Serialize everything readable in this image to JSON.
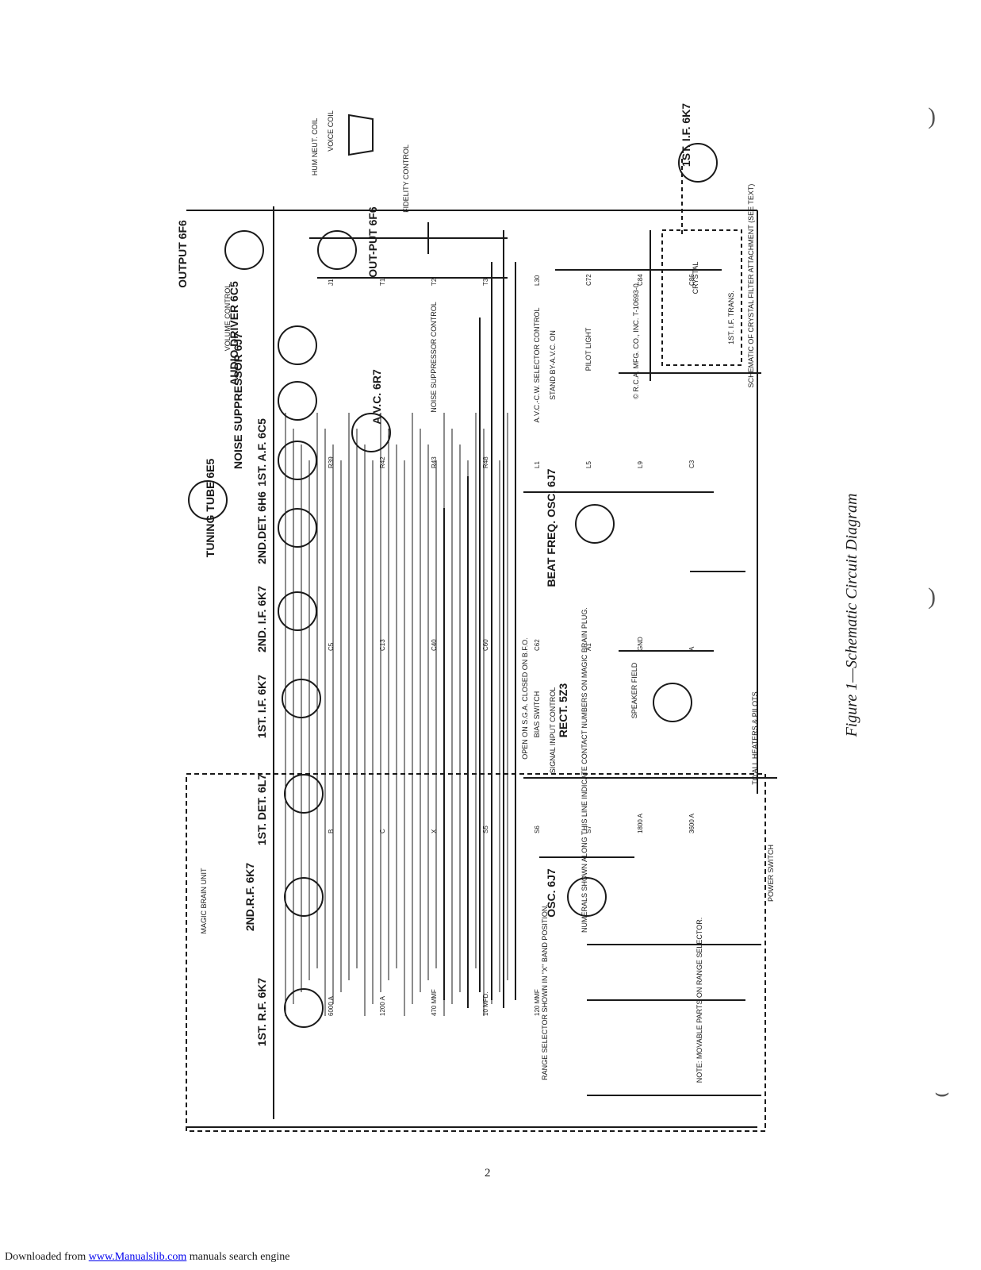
{
  "diagram": {
    "caption": "Figure 1—Schematic Circuit Diagram",
    "tube_labels": [
      "TUNING TUBE 6E5",
      "1ST. A.F. 6C5",
      "NOISE SUPPRESSOR 6J7",
      "AUDIO DRIVER 6C5",
      "OUTPUT 6F6",
      "OUT-PUT 6F6",
      "2ND.DET. 6H6",
      "A.V.C. 6R7",
      "2ND. I.F. 6K7",
      "1ST. I.F. 6K7",
      "1ST. DET. 6L7",
      "2ND.R.F. 6K7",
      "1ST. R.F. 6K7",
      "BEAT FREQ. OSC. 6J7",
      "RECT. 5Z3",
      "OSC. 6J7",
      "1ST. I.F. 6K7"
    ],
    "control_labels": [
      "VOICE COIL",
      "HUM NEUT. COIL",
      "FIDELITY CONTROL",
      "VOLUME CONTROL",
      "NOISE SUPPRESSOR CONTROL",
      "A.V.C.-C.W. SELECTOR CONTROL",
      "STAND BY-A.V.C. ON",
      "PILOT LIGHT",
      "SIGNAL INPUT CONTROL",
      "BIAS SWITCH",
      "OPEN ON S.G.A. CLOSED ON B.F.O.",
      "SPEAKER FIELD",
      "TO ALL HEATERS & PILOTS",
      "POWER SWITCH",
      "MAGIC BRAIN UNIT",
      "RANGE SELECTOR SHOWN IN \"X\" BAND POSITION.",
      "NOTE: MOVABLE PARTS ON RANGE SELECTOR.",
      "NUMERALS SHOWN ALONG THIS LINE INDICATE CONTACT NUMBERS ON MAGIC BRAIN PLUG.",
      "SCHEMATIC OF CRYSTAL FILTER ATTACHMENT (SEE TEXT)",
      "1ST. I.F. TRANS.",
      "CRYSTAL",
      "© R.C.A. MFG. CO., INC. T-10693-0"
    ],
    "part_labels": [
      "J1",
      "T1",
      "T2",
      "T3",
      "L30",
      "C72",
      "C84",
      "C86",
      "R39",
      "R42",
      "R43",
      "R48",
      "L1",
      "L5",
      "L9",
      "C3",
      "C5",
      "C13",
      "C40",
      "C60",
      "C62",
      "A1",
      "GND",
      "A",
      "B",
      "C",
      "X",
      "S5",
      "S6",
      "S7",
      "1800 A",
      "3600 A",
      "6000 A",
      "1200 A",
      "470 MMF",
      "10 MFD.",
      "120 MMF"
    ]
  },
  "page_number": "2",
  "footer": {
    "prefix": "Downloaded from ",
    "link_text": "www.Manualslib.com",
    "suffix": " manuals search engine"
  }
}
